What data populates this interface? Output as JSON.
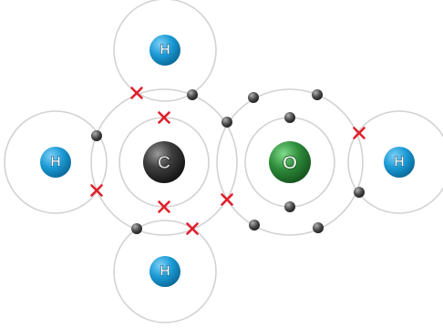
{
  "atoms": {
    "h_top": {
      "symbol": "H"
    },
    "h_left": {
      "symbol": "H"
    },
    "h_bottom": {
      "symbol": "H"
    },
    "h_right": {
      "symbol": "H"
    },
    "carbon": {
      "symbol": "C"
    },
    "oxygen": {
      "symbol": "O"
    }
  },
  "colors": {
    "hydrogen": "#1a9ad6",
    "carbon": "#3a3a3a",
    "oxygen": "#2e8b3a",
    "shell": "#d2d2d2",
    "electron": "#4a4a4a",
    "cross_electron": "#e0202c"
  },
  "legend_semantics": {
    "dot": "electron-dot",
    "cross": "electron-cross"
  }
}
